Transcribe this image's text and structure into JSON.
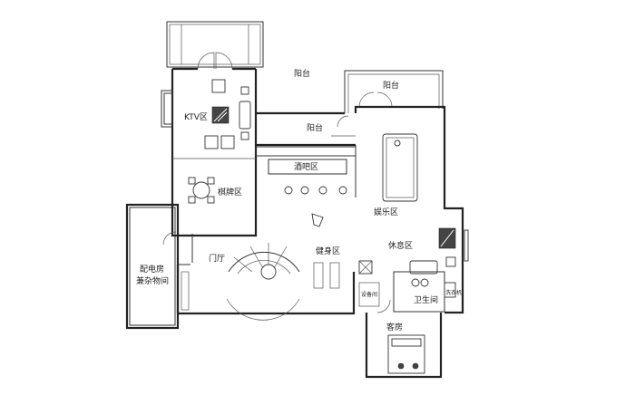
{
  "floorplan": {
    "rooms": {
      "balcony_top": "阳台",
      "balcony_right": "阳台",
      "balcony_mid": "阳台",
      "ktv": "KTV区",
      "bar": "酒吧区",
      "chess": "棋牌区",
      "entertainment": "娱乐区",
      "power_room_line1": "配电房",
      "power_room_line2": "兼杂物间",
      "foyer": "门厅",
      "gym": "健身区",
      "lounge": "休息区",
      "bathroom": "卫生间",
      "guest_room": "客房",
      "equipment": "设备间",
      "washroom": "洗衣机"
    }
  }
}
